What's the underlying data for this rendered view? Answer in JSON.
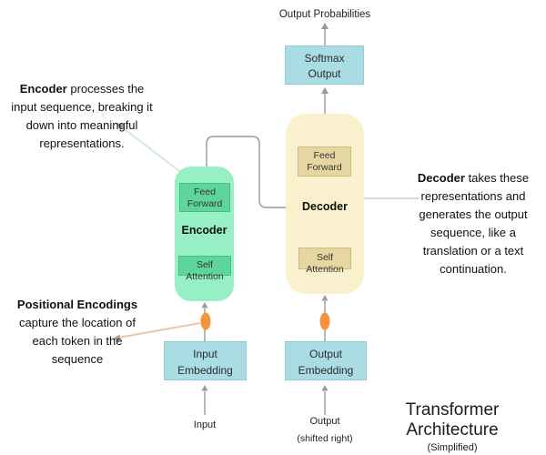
{
  "colors": {
    "encoder-fill": "#97efc5",
    "encoder-inner": "#5ed69b",
    "decoder-fill": "#f9f1ce",
    "decoder-inner": "#e6d7a2",
    "cyan-fill": "#a9dde3",
    "cyan-border": "#8fccd5",
    "orange": "#f5923c",
    "line": "#999999",
    "encoder-pointer": "#cfeadd",
    "positional-pointer": "#f0c5a4",
    "decoder-pointer": "#dcdcdc",
    "ink": "#1f1f1f"
  },
  "diagram": {
    "output_probabilities": "Output Probabilities",
    "softmax": {
      "line1": "Softmax",
      "line2": "Output"
    },
    "encoder": {
      "label": "Encoder",
      "feed_forward_line1": "Feed",
      "feed_forward_line2": "Forward",
      "self_attention": "Self Attention"
    },
    "decoder": {
      "label": "Decoder",
      "feed_forward_line1": "Feed",
      "feed_forward_line2": "Forward",
      "self_attention": "Self Attention"
    },
    "input_embedding": {
      "line1": "Input",
      "line2": "Embedding"
    },
    "output_embedding": {
      "line1": "Output",
      "line2": "Embedding"
    },
    "input_label": "Input",
    "output_label": "Output",
    "output_sublabel": "(shifted right)"
  },
  "annotations": {
    "encoder_note": {
      "bold": "Encoder",
      "rest": " processes the input sequence, breaking it down into meaningful representations."
    },
    "decoder_note": {
      "bold": "Decoder",
      "rest": " takes these representations and generates the output sequence, like a translation or a text continuation."
    },
    "positional_note": {
      "bold": "Positional Encodings",
      "rest": " capture the location of each token in the sequence"
    }
  },
  "title": {
    "main": "Transformer Architecture",
    "sub": "(Simplified)"
  }
}
